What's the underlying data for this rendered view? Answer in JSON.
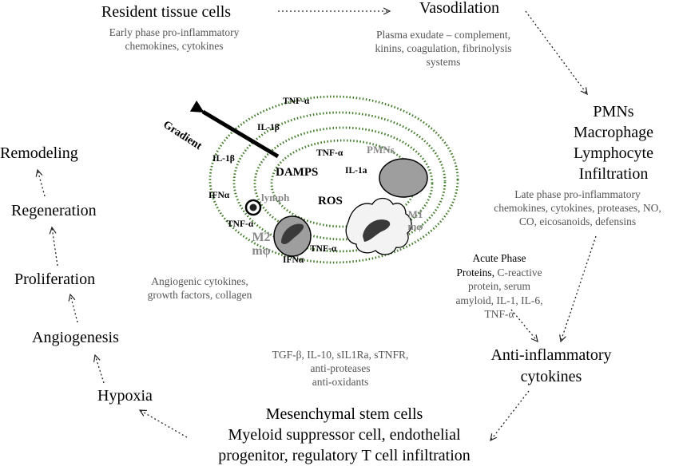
{
  "nodes": {
    "resident": "Resident tissue cells",
    "resident_sub": "Early phase pro-inflammatory\nchemokines, cytokines",
    "vasodilation": "Vasodilation",
    "vasodilation_sub": "Plasma exudate – complement,\nkinins, coagulation, fibrinolysis\nsystems",
    "infiltration": "PMNs\nMacrophage\nLymphocyte\nInfiltration",
    "late_phase": "Late phase pro-inflammatory\nchemokines, cytokines, proteases, NO,\nCO, eicosanoids, defensins",
    "acute_title": "Acute Phase",
    "acute_proteins": "Proteins,",
    "acute_rest_1": " C-reactive",
    "acute_rest_2": "protein, serum\namyloid, IL-1, IL-6,\nTNF-α",
    "anti_inflammatory": "Anti-inflammatory\ncytokines",
    "anti_sub": "TGF-β, IL-10, sIL1Ra, sTNFR,\nanti-proteases\nanti-oxidants",
    "msc": "Mesenchymal stem cells\nMyeloid suppressor cell, endothelial\nprogenitor, regulatory T cell infiltration",
    "hypoxia": "Hypoxia",
    "angiogenesis": "Angiogenesis",
    "proliferation": "Proliferation",
    "regeneration": "Regeneration",
    "remodeling": "Remodeling",
    "angiogenic": "Angiogenic cytokines,\ngrowth factors, collagen"
  },
  "center": {
    "gradient": "Gradient",
    "damps": "DAMPS",
    "ros": "ROS",
    "il1a": "IL-1a",
    "pmns": "PMNs",
    "lymph": "lymph",
    "m1": "M1\nmφ",
    "m2": "M2\nmφ",
    "labels": {
      "tnf_top": "TNF-α",
      "il1b_1": "IL-1β",
      "il1b_2": "IL-1β",
      "tnf_inner": "TNF-α",
      "ifn_left": "IFNα",
      "tnf_left": "TNF-α",
      "tnf_bottom": "TNF-α",
      "ifn_bottom": "IFNα"
    }
  },
  "colors": {
    "ring": "#3f7a28",
    "arrow": "#222222",
    "cell_fill": "#9e9e9e",
    "nucleus": "#3a3a3a",
    "gray_label": "#888888"
  }
}
